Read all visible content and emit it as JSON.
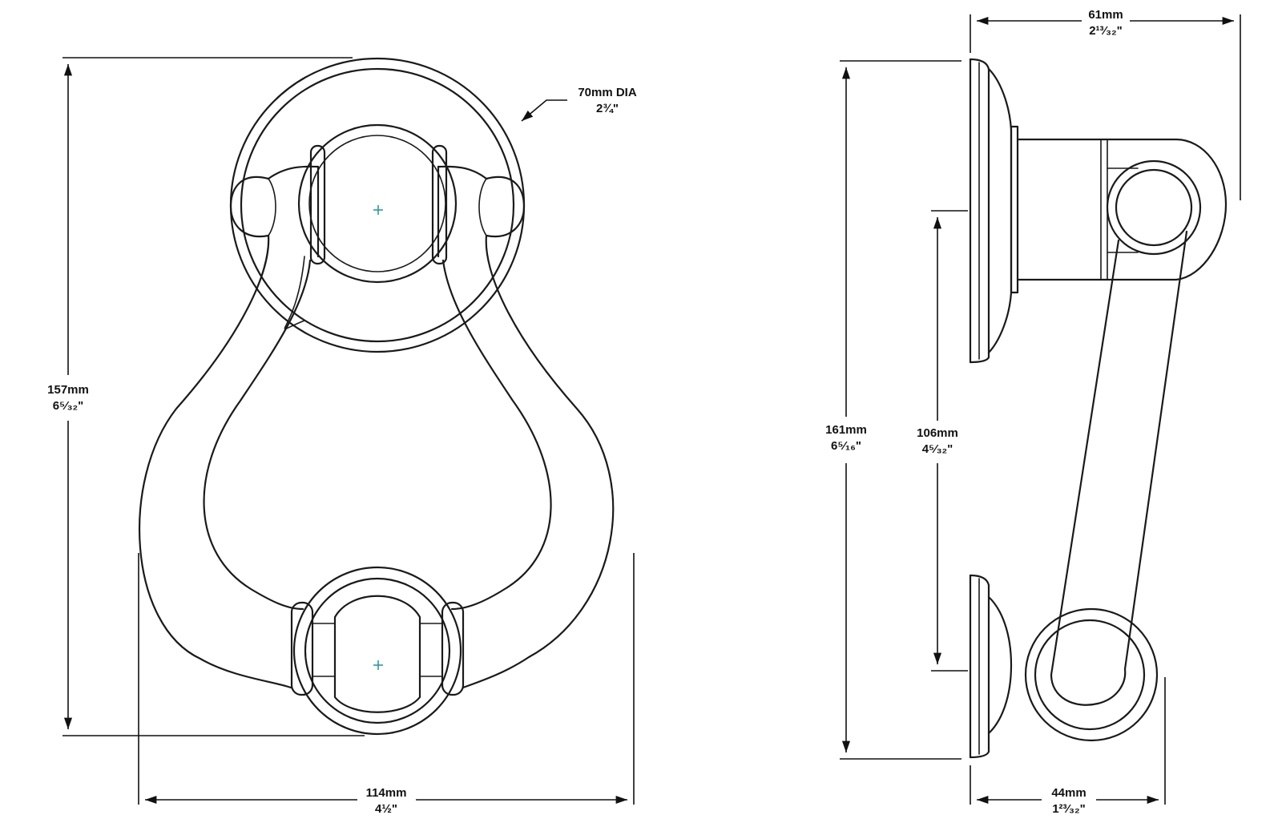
{
  "colors": {
    "line": "#1a1a1a",
    "dimension": "#111111",
    "center_mark": "#2a9aa0",
    "background": "#ffffff"
  },
  "front_view": {
    "height_dim": {
      "metric": "157mm",
      "imperial": "6⁵⁄₃₂\""
    },
    "width_dim": {
      "metric": "114mm",
      "imperial": "4½\""
    },
    "rose_dim": {
      "metric": "70mm DIA",
      "imperial": "2¾\""
    }
  },
  "side_view": {
    "height_dim": {
      "metric": "161mm",
      "imperial": "6⁵⁄₁₆\""
    },
    "inner_dim": {
      "metric": "106mm",
      "imperial": "4⁵⁄₃₂\""
    },
    "projection_dim": {
      "metric": "61mm",
      "imperial": "2¹³⁄₃₂\""
    },
    "base_dim": {
      "metric": "44mm",
      "imperial": "1²³⁄₃₂\""
    }
  }
}
